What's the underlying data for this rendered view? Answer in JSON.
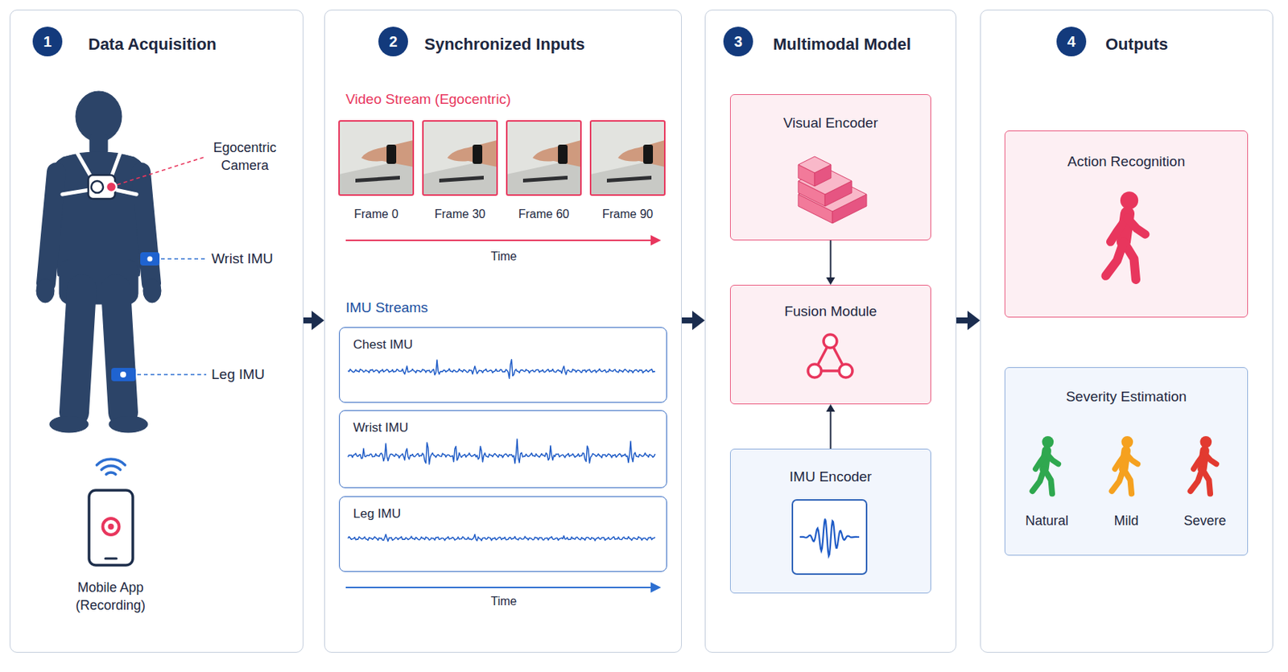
{
  "diagram": {
    "nodes": [
      {
        "text": [
          "1",
          "Data Acquisition"
        ]
      },
      {
        "text": [
          "2",
          "Synchronized Inputs"
        ]
      },
      {
        "text": [
          "Chest IMU"
        ],
        "in": 1
      },
      {
        "text": [
          "Wrist IMU"
        ],
        "in": 1
      },
      {
        "text": [
          "Leg IMU"
        ],
        "in": 1
      },
      {
        "text": [
          "3",
          "Multimodal Model"
        ]
      },
      {
        "text": [
          "Visual Encoder"
        ],
        "in": 5
      },
      {
        "text": [
          "Fusion Module"
        ],
        "in": 5
      },
      {
        "text": [
          "IMU Encoder"
        ],
        "in": 5
      },
      {
        "text": [
          "4",
          "Outputs"
        ]
      },
      {
        "text": [
          "Action Recognition"
        ],
        "in": 9
      },
      {
        "text": [
          "Severity Estimation",
          "Natural",
          "Mild",
          "Severe"
        ],
        "in": 9
      }
    ],
    "edges": [
      {
        "from": 0,
        "to": 1,
        "arrow": "to"
      },
      {
        "from": 1,
        "to": 5,
        "arrow": "to"
      },
      {
        "from": 5,
        "to": 9,
        "arrow": "to"
      },
      {
        "from": 6,
        "to": 7,
        "arrow": "to"
      },
      {
        "from": 8,
        "to": 7,
        "arrow": "to"
      }
    ],
    "labels": [
      "Egocentric Camera",
      "Wrist IMU",
      "Leg IMU",
      "Mobile App (Recording)",
      "Video Stream (Egocentric)",
      "Frame 0",
      "Frame 30",
      "Frame 60",
      "Frame 90",
      "Time",
      "IMU Streams",
      "Time"
    ]
  }
}
